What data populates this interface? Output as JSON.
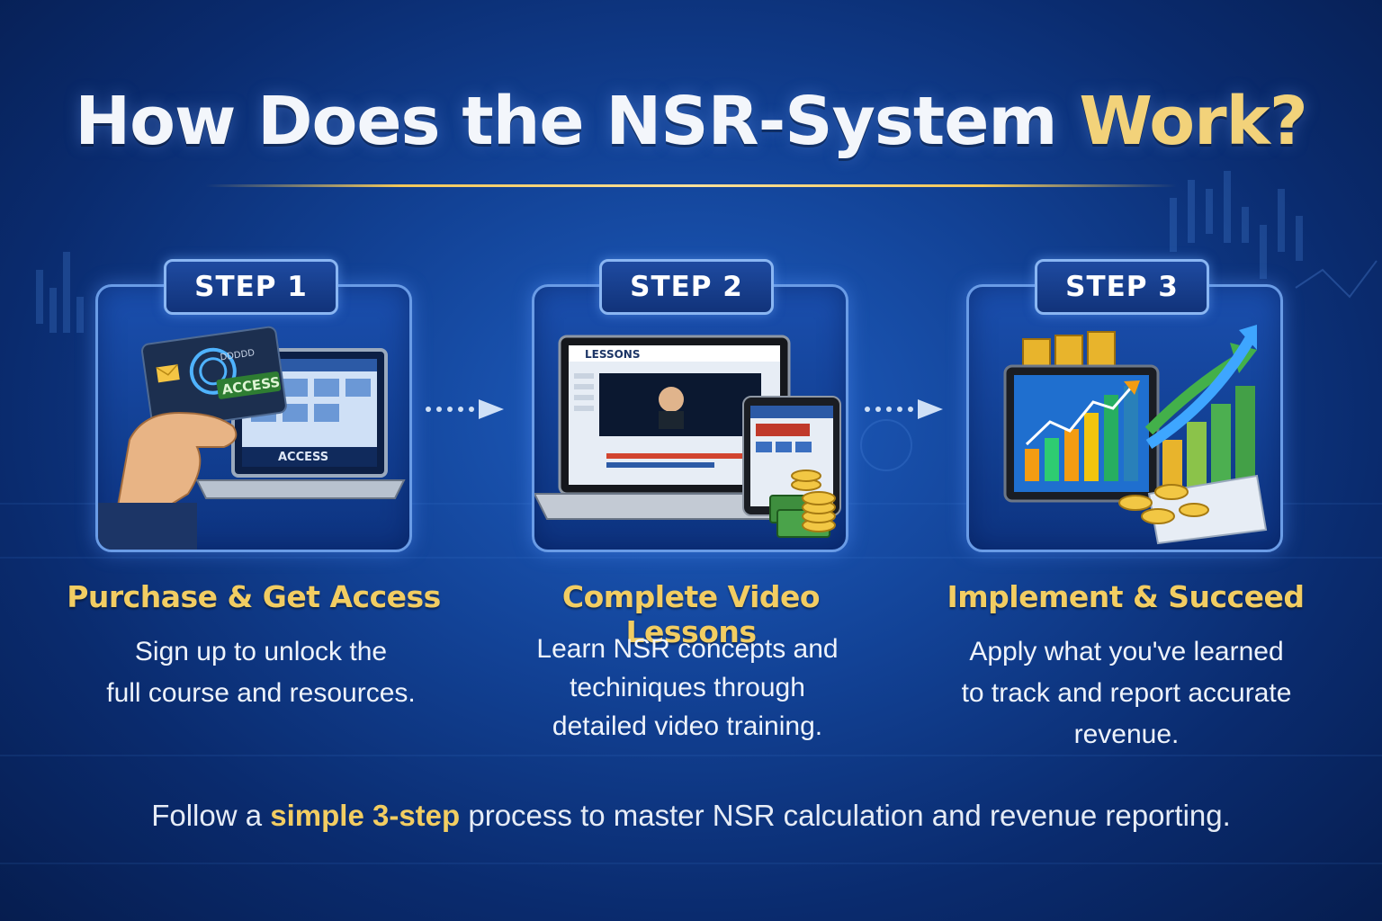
{
  "title": {
    "main": "How Does the NSR-System ",
    "accent": "Work?"
  },
  "steps": [
    {
      "badge": "STEP 1",
      "title": "Purchase & Get Access",
      "description": "Sign up to unlock the\nfull course and resources.",
      "illustration": {
        "card_label": "ACCESS",
        "card_chip_text": "DDDDD",
        "laptop_label": "ACCESS"
      }
    },
    {
      "badge": "STEP 2",
      "title": "Complete Video Lessons",
      "description": "Learn NSR concepts and\ntechiniques through\ndetailed video training.",
      "illustration": {
        "screen_header": "LESSONS"
      }
    },
    {
      "badge": "STEP 3",
      "title": "Implement & Succeed",
      "description": "Apply what you've learned\nto track and report accurate\nrevenue.",
      "illustration": {}
    }
  ],
  "footer": {
    "before": "Follow a ",
    "highlight": "simple 3-step",
    "after": " process to master NSR calculation and revenue reporting."
  },
  "colors": {
    "accent_gold": "#f2cd62",
    "card_border": "#6a9ce6",
    "bg_blue": "#124296"
  }
}
